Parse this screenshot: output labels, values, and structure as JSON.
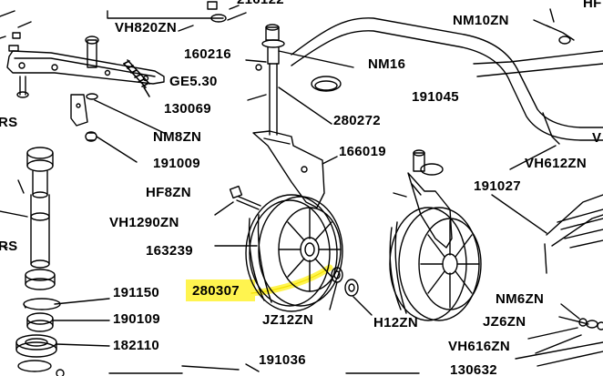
{
  "diagram": {
    "highlight_color": "#fff44f",
    "ink_color": "#000000",
    "labels": {
      "p216122": "216122",
      "vh820zn": "VH820ZN",
      "nm10zn": "NM10ZN",
      "hf_partial": "HF",
      "p160216": "160216",
      "nm16": "NM16",
      "ge530": "GE5.30",
      "p191045": "191045",
      "p130069": "130069",
      "p280272": "280272",
      "rs_top": "RS",
      "nm8zn": "NM8ZN",
      "v_partial": "V",
      "p166019": "166019",
      "p191009": "191009",
      "vh612zn": "VH612ZN",
      "hf8zn": "HF8ZN",
      "p191027": "191027",
      "vh1290zn": "VH1290ZN",
      "p163239": "163239",
      "rs_mid": "RS",
      "p280307": "280307",
      "p191150": "191150",
      "jz12zn": "JZ12ZN",
      "h12zn": "H12ZN",
      "nm6zn": "NM6ZN",
      "p190109": "190109",
      "jz6zn": "JZ6ZN",
      "p182110": "182110",
      "vh616zn": "VH616ZN",
      "p191036": "191036",
      "p130632": "130632"
    }
  }
}
